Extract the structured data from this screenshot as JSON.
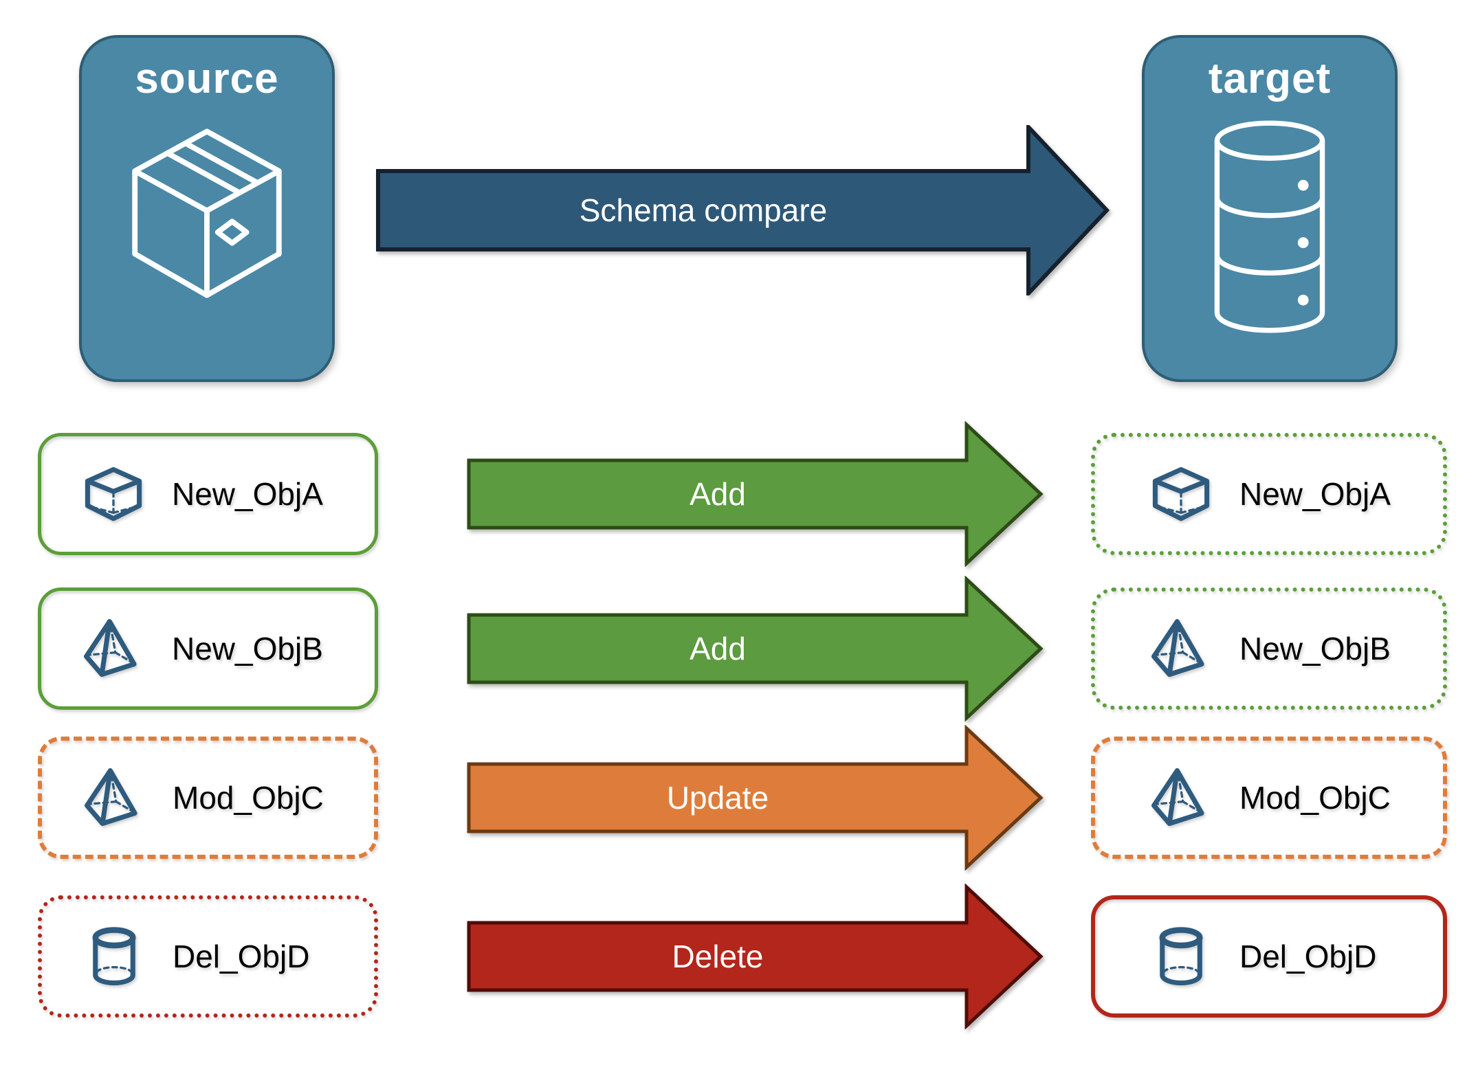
{
  "diagram": {
    "source": {
      "label": "source",
      "icon": "package-icon"
    },
    "target": {
      "label": "target",
      "icon": "database-icon"
    },
    "compare_arrow": {
      "label": "Schema compare"
    }
  },
  "rows": [
    {
      "icon": "cube-icon",
      "left": {
        "label": "New_ObjA",
        "border_style": "green-solid"
      },
      "arrow": {
        "label": "Add",
        "color_key": "add"
      },
      "right": {
        "label": "New_ObjA",
        "border_style": "green-dotted"
      }
    },
    {
      "icon": "pyramid-icon",
      "left": {
        "label": "New_ObjB",
        "border_style": "green-solid"
      },
      "arrow": {
        "label": "Add",
        "color_key": "add"
      },
      "right": {
        "label": "New_ObjB",
        "border_style": "green-dotted"
      }
    },
    {
      "icon": "pyramid-icon",
      "left": {
        "label": "Mod_ObjC",
        "border_style": "orange-dashed"
      },
      "arrow": {
        "label": "Update",
        "color_key": "update"
      },
      "right": {
        "label": "Mod_ObjC",
        "border_style": "orange-dashed"
      }
    },
    {
      "icon": "cylinder-icon",
      "left": {
        "label": "Del_ObjD",
        "border_style": "red-dotted"
      },
      "arrow": {
        "label": "Delete",
        "color_key": "delete"
      },
      "right": {
        "label": "Del_ObjD",
        "border_style": "red-solid"
      }
    }
  ],
  "colors": {
    "node_fill": "#4A88A6",
    "node_border": "#2F5D73",
    "compare_fill": "#2E5878",
    "compare_border": "#15222E",
    "add_fill": "#5C9B3F",
    "add_border": "#2E4B17",
    "update_fill": "#DE7D3B",
    "update_border": "#6B3A12",
    "delete_fill": "#B2261B",
    "delete_border": "#4E0D09",
    "green_border": "#5C9E3A",
    "orange_border": "#DE7D3B",
    "red_border": "#B2261B",
    "icon_stroke": "#2E5B7E",
    "label_color": "#000000"
  }
}
